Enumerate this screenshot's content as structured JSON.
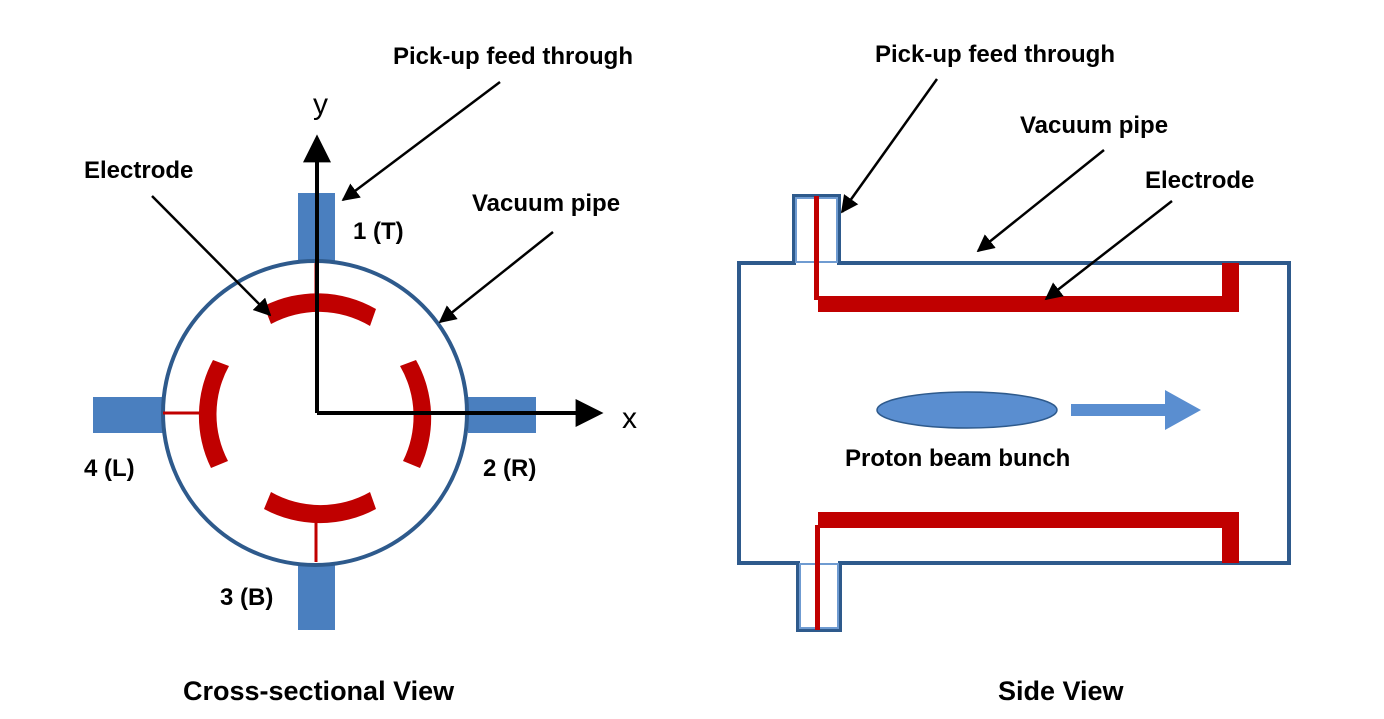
{
  "cross_section": {
    "caption": "Cross-sectional View",
    "label_feedthrough": "Pick-up feed through",
    "label_electrode": "Electrode",
    "label_vacuum_pipe": "Vacuum pipe",
    "axis_x": "x",
    "axis_y": "y",
    "port_top": "1 (T)",
    "port_right": "2 (R)",
    "port_bottom": "3 (B)",
    "port_left": "4 (L)"
  },
  "side_view": {
    "caption": "Side View",
    "label_feedthrough": "Pick-up feed through",
    "label_vacuum_pipe": "Vacuum pipe",
    "label_electrode": "Electrode",
    "label_beam": "Proton beam bunch"
  },
  "colors": {
    "pipe": "#2e5a8c",
    "port": "#4a7fbf",
    "electrode": "#c00000",
    "beam": "#5a8ed0",
    "arrow": "#000000"
  }
}
